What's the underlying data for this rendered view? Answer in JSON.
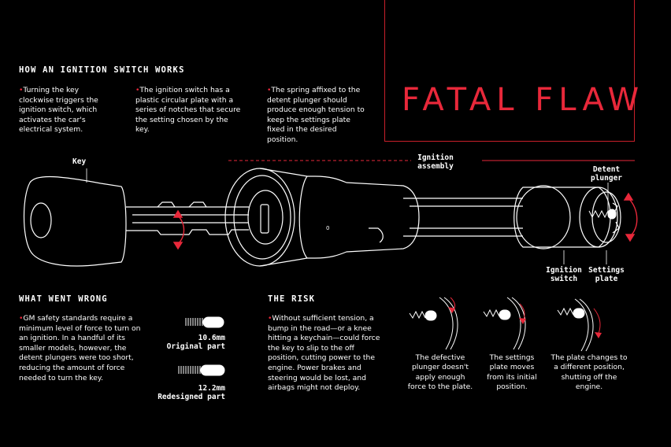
{
  "title": "FATAL FLAW",
  "how": {
    "heading": "HOW AN IGNITION SWITCH WORKS",
    "col1": "Turning the key clockwise triggers the ignition switch, which activates the car's electrical system.",
    "col2": "The ignition switch has a plastic circular plate with a series of notches that secure the setting chosen by the key.",
    "col3": "The spring affixed to the detent plunger should produce enough tension to keep the settings plate fixed in the desired position."
  },
  "labels": {
    "key": "Key",
    "ignition_assembly_1": "Ignition",
    "ignition_assembly_2": "assembly",
    "detent_plunger_1": "Detent",
    "detent_plunger_2": "plunger",
    "ignition_switch_1": "Ignition",
    "ignition_switch_2": "switch",
    "settings_plate_1": "Settings",
    "settings_plate_2": "plate",
    "marker": "0"
  },
  "wrong": {
    "heading": "WHAT WENT WRONG",
    "text": "GM safety standards require a minimum level of force to turn on an ignition. In a handful of its smaller models, however, the detent plungers were too short, reducing the amount of force needed to turn the key.",
    "original_size": "10.6mm",
    "original_label": "Original part",
    "redesigned_size": "12.2mm",
    "redesigned_label": "Redesigned part"
  },
  "risk": {
    "heading": "THE RISK",
    "text": "Without sufficient tension, a bump in the road—or a knee hitting a keychain—could force the key to slip to the off position, cutting power to the engine. Power brakes and steering would be lost, and airbags might not deploy.",
    "step1": "The defective plunger doesn't apply enough force to the plate.",
    "step2": "The settings plate moves from its initial position.",
    "step3": "The plate changes to a different position, shutting off the engine."
  },
  "colors": {
    "accent": "#e8283a",
    "background": "#000000",
    "line": "#ffffff"
  }
}
